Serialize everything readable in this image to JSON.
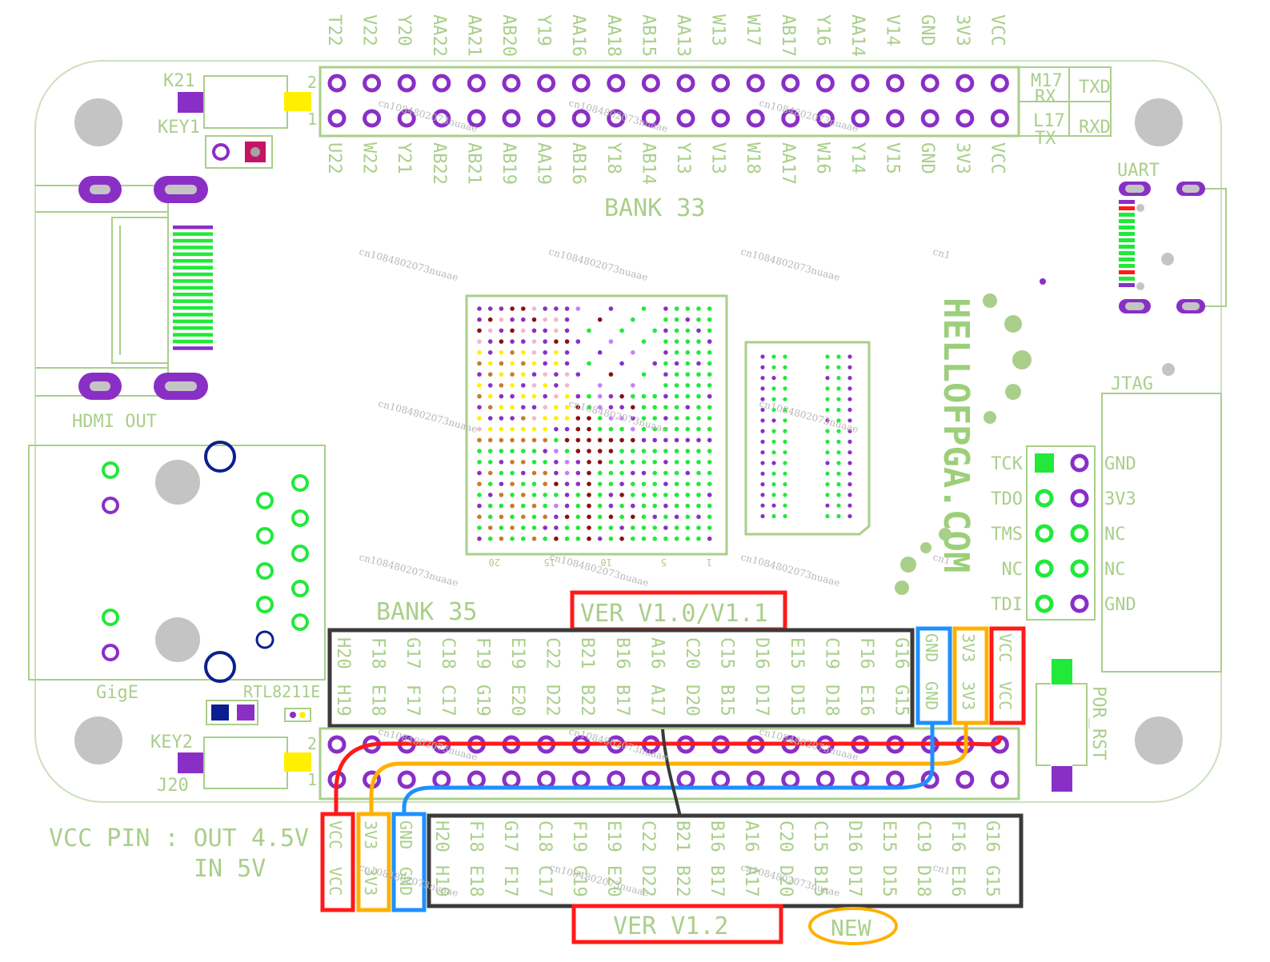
{
  "colors": {
    "silkscreen": "#a9cf8a",
    "pad_purple": "#8a2fc6",
    "pad_green": "#22e83a",
    "hole_grey": "#c4c4c4",
    "led_yellow": "#ffef00",
    "red_outline": "#ff1a1a",
    "orange_outline": "#ffb000",
    "blue_outline": "#1e90ff",
    "black_outline": "#3a3a3a",
    "navy_ring": "#0b1f8f"
  },
  "top_header": {
    "row2_labels": [
      "T22",
      "V22",
      "Y20",
      "AA22",
      "AA21",
      "AB20",
      "Y19",
      "AA16",
      "AA18",
      "AB15",
      "AA13",
      "W13",
      "W17",
      "AB17",
      "Y16",
      "AA14",
      "V14",
      "GND",
      "3V3",
      "VCC"
    ],
    "row1_labels": [
      "U22",
      "W22",
      "Y21",
      "AB22",
      "AB21",
      "AB19",
      "AA19",
      "AB16",
      "Y18",
      "AB14",
      "Y13",
      "V13",
      "W18",
      "AA17",
      "W16",
      "Y14",
      "V15",
      "GND",
      "3V3",
      "VCC"
    ],
    "row_number_top": "2",
    "row_number_bottom": "1",
    "uart_pins": {
      "m17": "M17",
      "rx": "RX",
      "txd": "TXD",
      "l17": "L17",
      "tx": "TX",
      "rxd": "RXD"
    },
    "bank_label": "BANK 33"
  },
  "left_parts": {
    "key1_pin": "K21",
    "key1_label": "KEY1",
    "hdmi_label": "HDMI OUT",
    "gige_label": "GigE",
    "phy_label": "RTL8211E",
    "key2_label": "KEY2",
    "key2_pin": "J20"
  },
  "right_parts": {
    "uart_label": "UART",
    "brand": "HELLOFPGA.COM",
    "jtag_label": "JTAG",
    "jtag_left": [
      "TCK",
      "TDO",
      "TMS",
      "NC",
      "TDI"
    ],
    "jtag_right": [
      "GND",
      "3V3",
      "NC",
      "NC",
      "GND"
    ],
    "reset_label": "POR_RST"
  },
  "fpga": {
    "col_labels": [
      "20",
      "15",
      "10",
      "5",
      "1"
    ]
  },
  "bottom_header": {
    "bank_label": "BANK 35",
    "ver_old": "VER V1.0/V1.1",
    "ver_new": "VER V1.2",
    "new_badge": "NEW",
    "old_top": [
      "H20",
      "F18",
      "G17",
      "C18",
      "F19",
      "E19",
      "C22",
      "B21",
      "B16",
      "A16",
      "C20",
      "C15",
      "D16",
      "E15",
      "C19",
      "F16",
      "G16"
    ],
    "old_bottom": [
      "H19",
      "E18",
      "F17",
      "C17",
      "G19",
      "E20",
      "D22",
      "B22",
      "B17",
      "A17",
      "D20",
      "B15",
      "D17",
      "D15",
      "D18",
      "E16",
      "G15"
    ],
    "old_power": [
      [
        "GND",
        "GND"
      ],
      [
        "3V3",
        "3V3"
      ],
      [
        "VCC",
        "VCC"
      ]
    ],
    "new_power": [
      [
        "VCC",
        "VCC"
      ],
      [
        "3V3",
        "3V3"
      ],
      [
        "GND",
        "GND"
      ]
    ],
    "vcc_note_1": "VCC PIN : OUT 4.5V",
    "vcc_note_2": "IN 5V",
    "row_number_top": "2",
    "row_number_bottom": "1"
  },
  "watermark": "cn1084802073nuaae",
  "watermark_short": "cn1",
  "watermark_short2": "cn"
}
